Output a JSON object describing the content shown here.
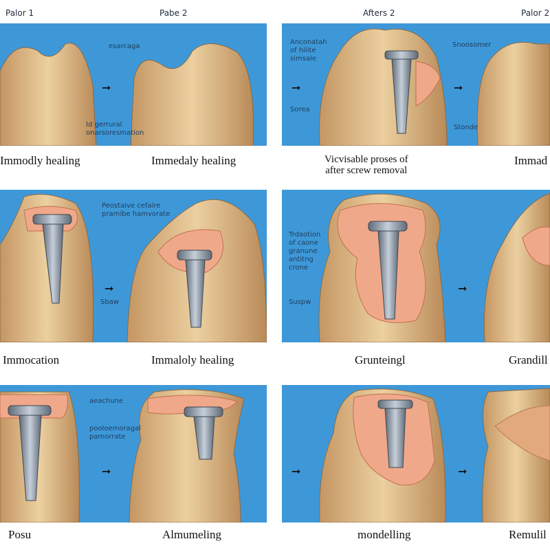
{
  "headers": {
    "row1_left": "Palor 1",
    "row1_mid": "Pabe 2",
    "row1_r1": "Afters 2",
    "row1_r2": "Palor 2"
  },
  "notes": {
    "p1_top": "esarcaga",
    "p1_bottom": [
      "Id gerrural",
      "onarsoresmation"
    ],
    "p2_top": [
      "Anconatah",
      "of hilite",
      "simsale"
    ],
    "p2_screw": "Sorea",
    "p2_right_top": "Snoosomer",
    "p2_right_bottom": "Stonde",
    "p3_top": [
      "Peostaive cefaire",
      "pramibe hamvorate"
    ],
    "p3_screw": "Sbaw",
    "p4_left": [
      "Trdaotion",
      "of caone",
      "granune",
      "antitng",
      "crone"
    ],
    "p4_screw": "Suspw",
    "p5_top": "aeachune",
    "p5_mid": [
      "pooloemoragal",
      "pamorrate"
    ]
  },
  "captions": {
    "c1_left": "Immodly healing",
    "c1_mid": "Immedaly healing",
    "c1_right_lines": [
      "Vicvisable proses of",
      "after screw removal"
    ],
    "c1_far": "Immad",
    "c2_left": "Immocation",
    "c2_mid": "Immaloly healing",
    "c2_right": "Grunteingl",
    "c2_far": "Grandill",
    "c3_left": "Posu",
    "c3_mid": "Almumeling",
    "c3_right": "mondelling",
    "c3_far": "Remulil"
  },
  "icons": {
    "arrow": "right-arrow-icon",
    "arrow_glyph": "➞"
  },
  "colors": {
    "background": "#3e98d8",
    "bone": "#d9b37d",
    "bone_light": "#ecd0a0",
    "marrow": "#f0a88a",
    "screw": "#8a97a6"
  }
}
